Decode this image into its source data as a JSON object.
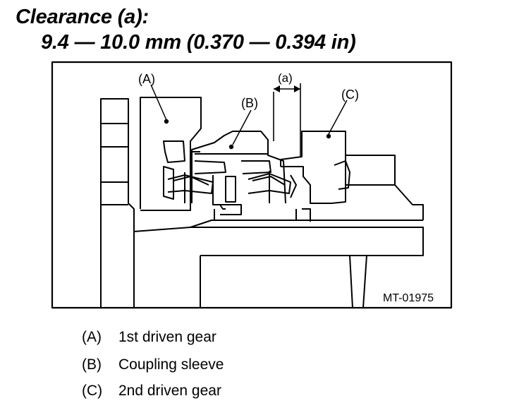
{
  "heading": {
    "line1": "Clearance (a):",
    "line2": "9.4 — 10.0 mm (0.370 — 0.394 in)"
  },
  "figure": {
    "code": "MT-01975",
    "callouts": {
      "a": "(A)",
      "b": "(B)",
      "c": "(C)",
      "clearance": "(a)"
    }
  },
  "legend": [
    {
      "key": "(A)",
      "label": "1st driven gear"
    },
    {
      "key": "(B)",
      "label": "Coupling sleeve"
    },
    {
      "key": "(C)",
      "label": "2nd driven gear"
    }
  ]
}
